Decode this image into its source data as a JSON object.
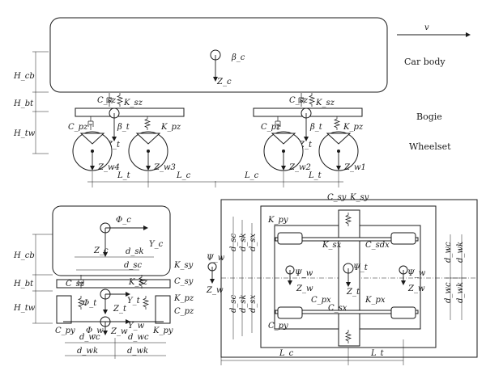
{
  "side_view": {
    "velocity": "v",
    "car_body": "Car body",
    "bogie": "Bogie",
    "wheelset": "Wheelset",
    "beta_c": "β_c",
    "z_c": "Z_c",
    "h_cb": "H_cb",
    "h_bt": "H_bt",
    "h_tw": "H_tw",
    "c_sz": "C_sz",
    "k_sz": "K_sz",
    "c_pz": "C_pz",
    "k_pz": "K_pz",
    "beta_t": "β_t",
    "z_t": "Z_t",
    "z_w1": "Z_w1",
    "z_w2": "Z_w2",
    "z_w3": "Z_w3",
    "z_w4": "Z_w4",
    "l_t": "L_t",
    "l_c": "L_c"
  },
  "end_view": {
    "phi_c": "Φ_c",
    "y_c": "Y_c",
    "z_c": "Z_c",
    "h_cb": "H_cb",
    "h_bt": "H_bt",
    "h_tw": "H_tw",
    "d_sk": "d_sk",
    "d_sc": "d_sc",
    "k_sy": "K_sy",
    "c_sy": "C_sy",
    "c_sz": "C_sz",
    "k_sz": "K_sz",
    "phi_t": "Φ_t",
    "y_t": "Y_t",
    "z_t": "Z_t",
    "k_pz": "K_pz",
    "c_pz": "C_pz",
    "c_py": "C_py",
    "k_py": "K_py",
    "phi_w": "Φ_w",
    "y_w": "Y_w",
    "z_w": "Z_w",
    "d_wc": "d_wc",
    "d_wk": "d_wk"
  },
  "plan_view": {
    "c_sy": "C_sy",
    "k_sy": "K_sy",
    "k_py": "K_py",
    "k_sx": "K_sx",
    "c_sdx": "C_sdx",
    "d_sx": "d_sx",
    "d_sk": "d_sk",
    "d_sc": "d_sc",
    "psi_w": "Ψ_w",
    "psi_t": "Ψ_t",
    "z_w": "Z_w",
    "z_t": "Z_t",
    "c_px": "C_px",
    "c_sx": "C_sx",
    "k_px": "K_px",
    "c_py": "C_py",
    "d_wc": "d_wc",
    "d_wk": "d_wk",
    "l_c": "L_c",
    "l_t": "L_t"
  }
}
